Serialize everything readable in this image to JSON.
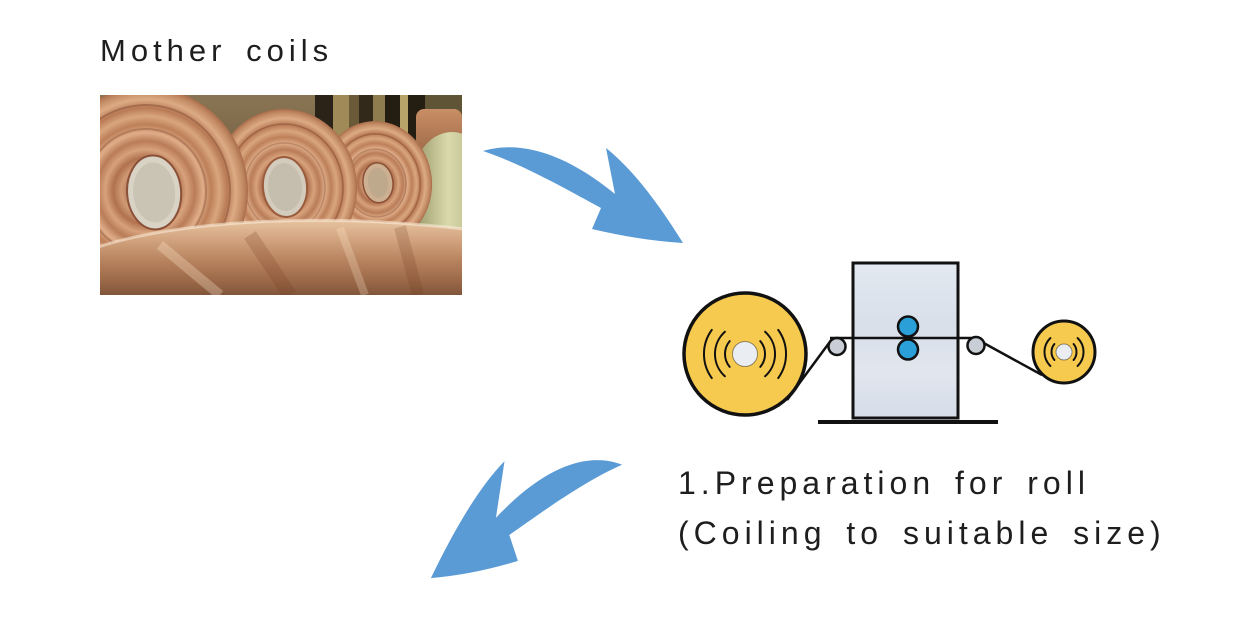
{
  "mother_coils": {
    "label": "Mother coils"
  },
  "step1": {
    "line1": "1.Preparation for roll",
    "line2": "(Coiling to suitable size)"
  },
  "icons": {
    "arrow_to_step1": "curved-arrow-down-right",
    "arrow_to_next_step": "curved-arrow-down-left",
    "diagram": "coil-rolling-mill-schematic",
    "photo": "copper-mother-coils-photo"
  },
  "colors": {
    "background": "#ffffff",
    "text": "#1e1e1e",
    "ink": "#111111",
    "arrow_blue": "#5b9bd5",
    "coil_yellow": "#f6c94f",
    "roll_blue": "#2a9fd8",
    "mill_fill": "#dee4ee",
    "guide_gray": "#c9ced6"
  }
}
